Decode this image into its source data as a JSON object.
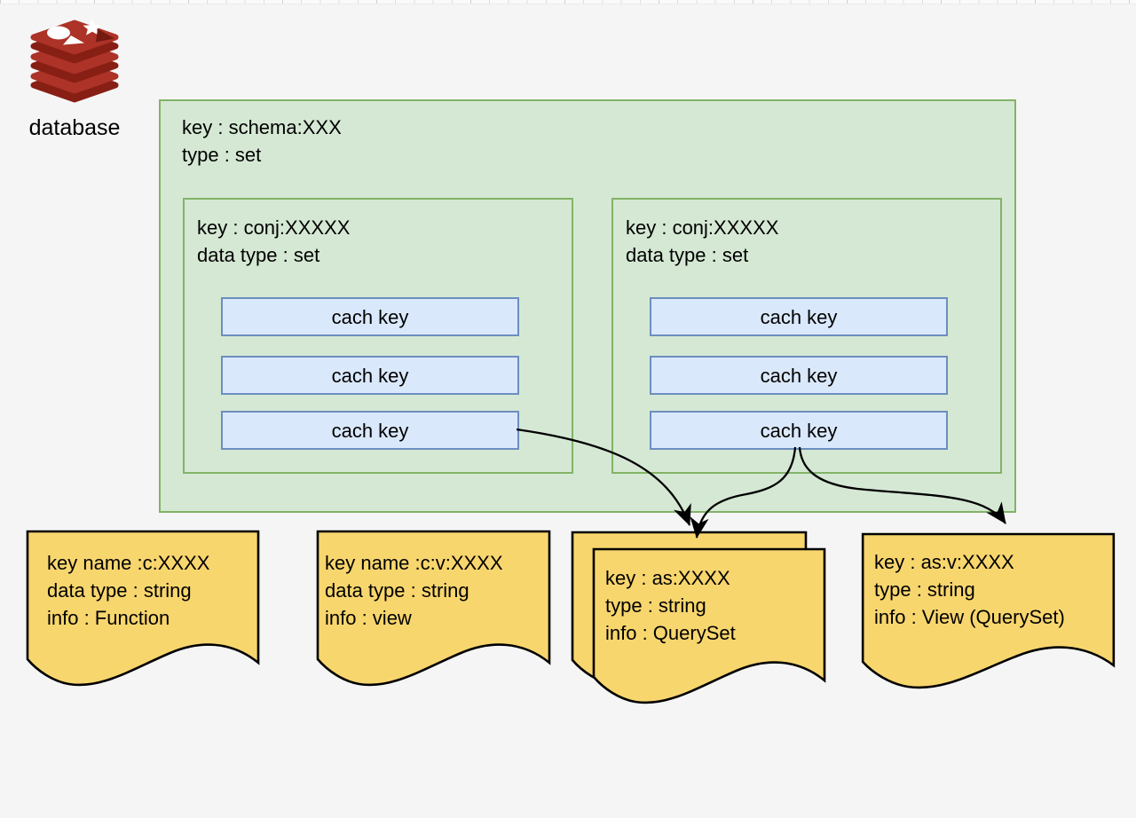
{
  "database": {
    "label": "database",
    "icon": "redis-stack-icon"
  },
  "schema": {
    "line1": "key : schema:XXX",
    "line2": "type : set",
    "conj_left": {
      "line1": "key : conj:XXXXX",
      "line2": "data type : set",
      "cache_keys": [
        "cach key",
        "cach key",
        "cach key"
      ]
    },
    "conj_right": {
      "line1": "key : conj:XXXXX",
      "line2": "data type : set",
      "cache_keys": [
        "cach key",
        "cach key",
        "cach key"
      ]
    }
  },
  "documents": {
    "function_doc": {
      "lines": [
        "key name :c:XXXX",
        "data type : string",
        "info : Function"
      ]
    },
    "view_doc": {
      "lines": [
        "key name :c:v:XXXX",
        "data type : string",
        "info : view"
      ]
    },
    "queryset_doc": {
      "lines": [
        "key : as:XXXX",
        "type : string",
        "info : QuerySet"
      ]
    },
    "view_queryset_doc": {
      "lines": [
        "key : as:v:XXXX",
        "type : string",
        "info : View (QuerySet)"
      ]
    }
  },
  "connections": [
    {
      "from": "conj-left cach key 3",
      "to": "queryset_doc"
    },
    {
      "from": "conj-right cach key 3",
      "to": "queryset_doc"
    },
    {
      "from": "conj-right cach key 3",
      "to": "view_queryset_doc"
    }
  ],
  "colors": {
    "background": "#f5f5f5",
    "green_fill": "#d5e8d4",
    "green_border": "#82b366",
    "blue_fill": "#dae8fc",
    "blue_border": "#6c8ebf",
    "document_fill": "#f8d66e",
    "document_border": "#000000",
    "redis_red": "#ad3227",
    "redis_red_dark": "#871f14",
    "connector": "#000000"
  }
}
